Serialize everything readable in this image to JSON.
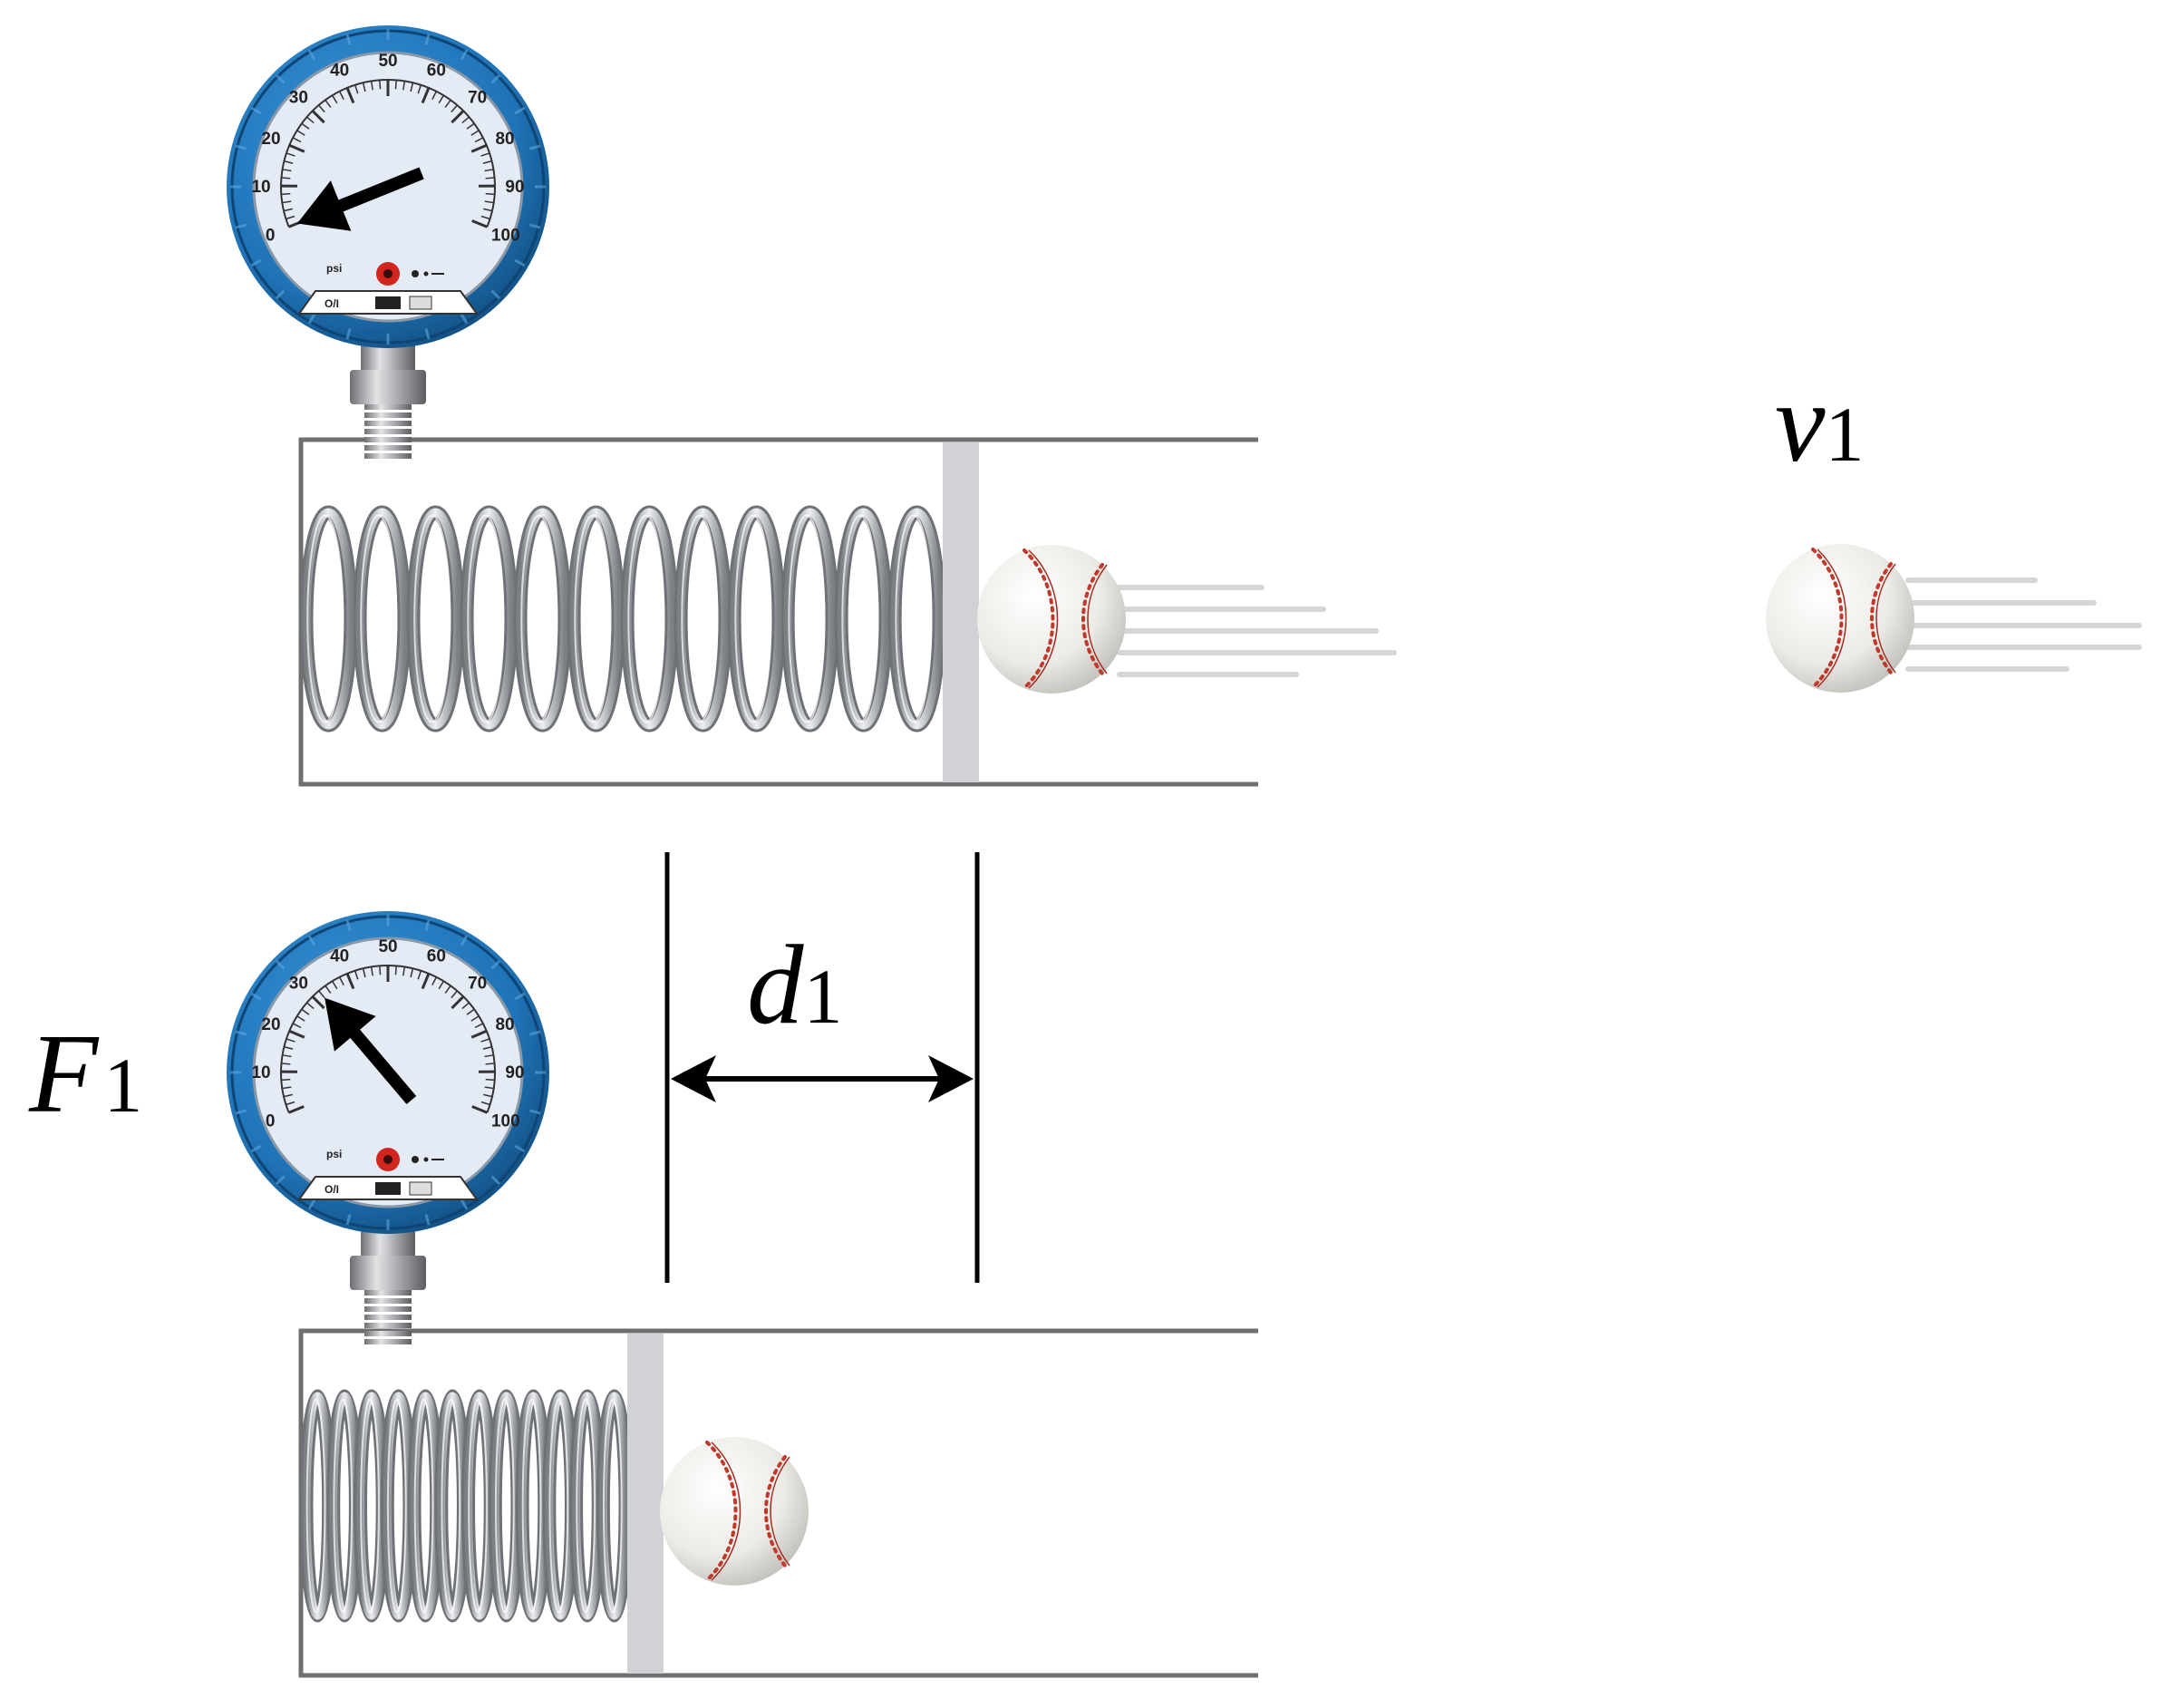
{
  "labels": {
    "velocity_symbol": "v",
    "velocity_subscript": "1",
    "force_symbol": "F",
    "force_subscript": "1",
    "distance_symbol": "d",
    "distance_subscript": "1"
  },
  "gauge": {
    "ticks": [
      "0",
      "10",
      "20",
      "30",
      "40",
      "50",
      "60",
      "70",
      "80",
      "90",
      "100"
    ],
    "unit": "psi",
    "switch_label": "O/I"
  },
  "readings": {
    "top_gauge_psi": 0,
    "bottom_gauge_psi": 32
  },
  "colors": {
    "gauge_bezel": "#1f74b8",
    "gauge_face": "#e4ebf5",
    "tube": "#6f6f6f",
    "plate": "#d0d2d6",
    "spring": "#a9acb1",
    "ball": "#f2efe8",
    "stitch": "#c0392b"
  },
  "icons": [
    "pressure-gauge-icon",
    "spring-icon",
    "baseball-icon",
    "double-arrow-icon"
  ]
}
